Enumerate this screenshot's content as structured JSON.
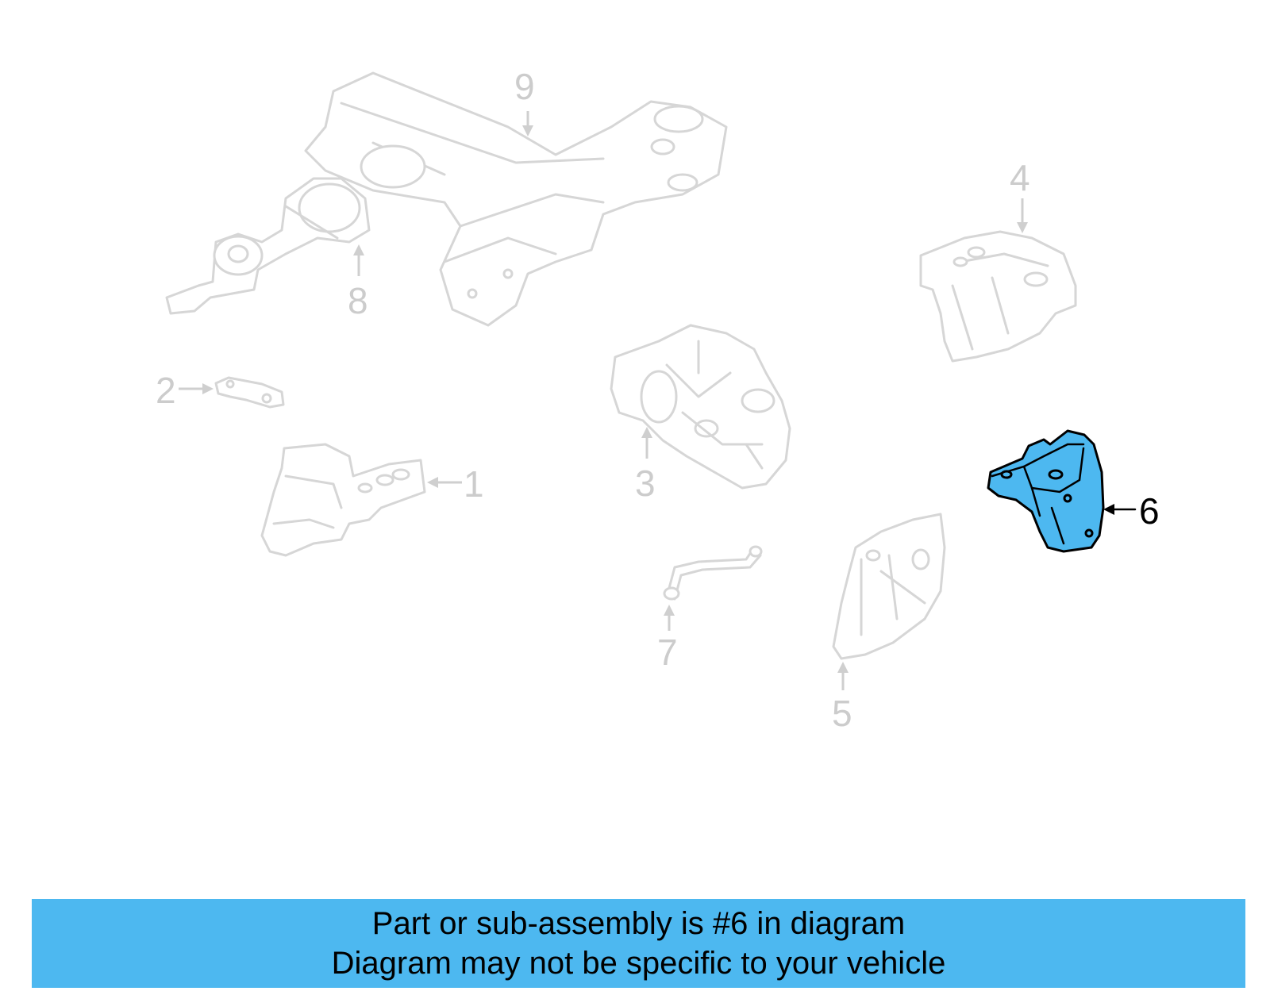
{
  "callouts": {
    "c1": "1",
    "c2": "2",
    "c3": "3",
    "c4": "4",
    "c5": "5",
    "c6": "6",
    "c7": "7",
    "c8": "8",
    "c9": "9"
  },
  "highlight_color": "#4db8f0",
  "ghost_color": "#d6d6d6",
  "banner": {
    "line1": "Part or sub-assembly is #6 in diagram",
    "line2": "Diagram may not be specific to your vehicle",
    "background": "#4db8f0"
  }
}
